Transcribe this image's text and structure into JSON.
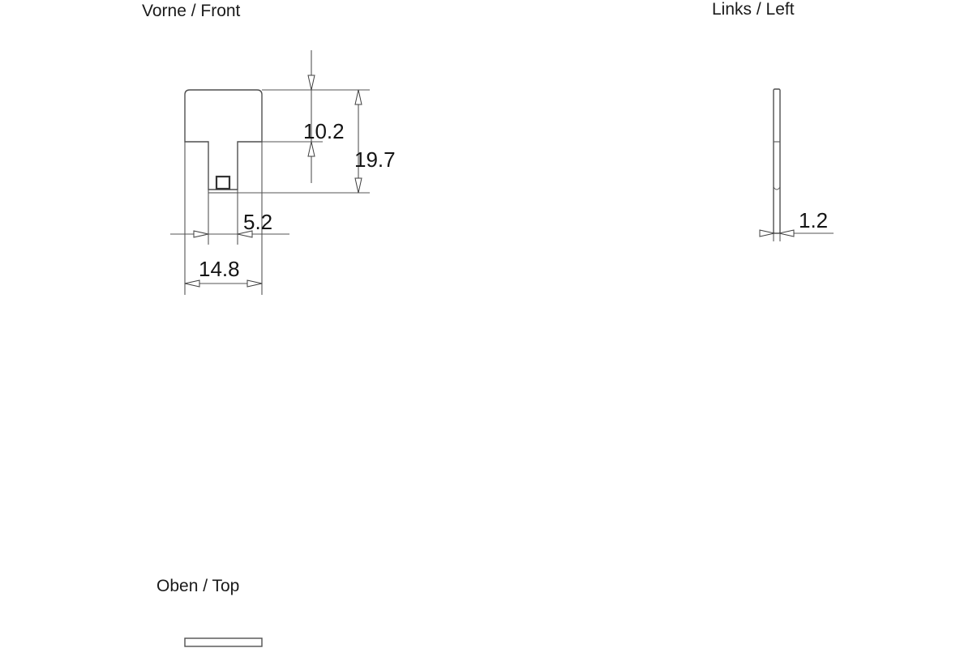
{
  "page": {
    "background": "#ffffff"
  },
  "colors": {
    "line": "#4f4f4f",
    "dimension_line": "#555555",
    "text": "#1a1a1a"
  },
  "views": {
    "front": {
      "label": "Vorne / Front",
      "dimensions": {
        "head_height": "10.2",
        "total_height": "19.7",
        "stem_width": "5.2",
        "total_width": "14.8"
      }
    },
    "left": {
      "label": "Links / Left",
      "dimensions": {
        "thickness": "1.2"
      }
    },
    "top": {
      "label": "Oben / Top"
    }
  }
}
